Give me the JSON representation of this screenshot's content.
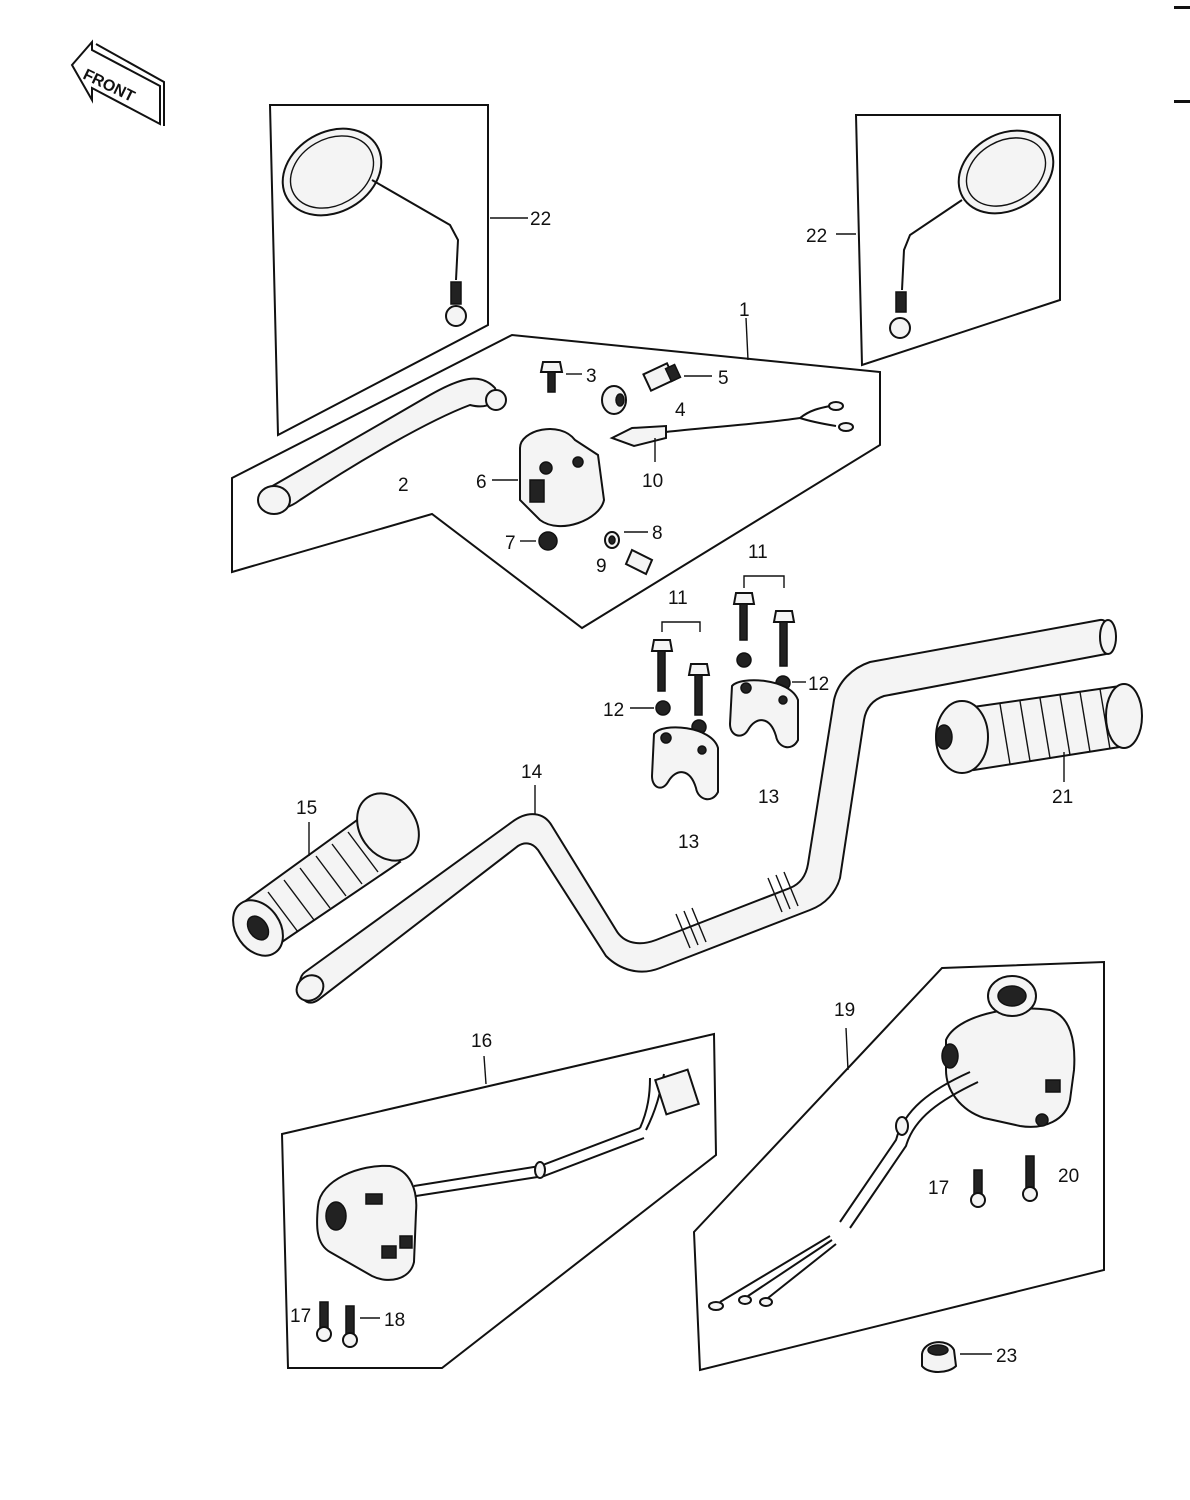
{
  "front_label": "FRONT",
  "labels": {
    "l1": "1",
    "l2": "2",
    "l3": "3",
    "l4": "4",
    "l5": "5",
    "l6": "6",
    "l7": "7",
    "l8": "8",
    "l9": "9",
    "l10": "10",
    "l11a": "11",
    "l11b": "11",
    "l12a": "12",
    "l12b": "12",
    "l13a": "13",
    "l13b": "13",
    "l14": "14",
    "l15": "15",
    "l16": "16",
    "l17a": "17",
    "l17b": "17",
    "l18": "18",
    "l19": "19",
    "l20": "20",
    "l21": "21",
    "l22a": "22",
    "l22b": "22",
    "l23": "23"
  }
}
